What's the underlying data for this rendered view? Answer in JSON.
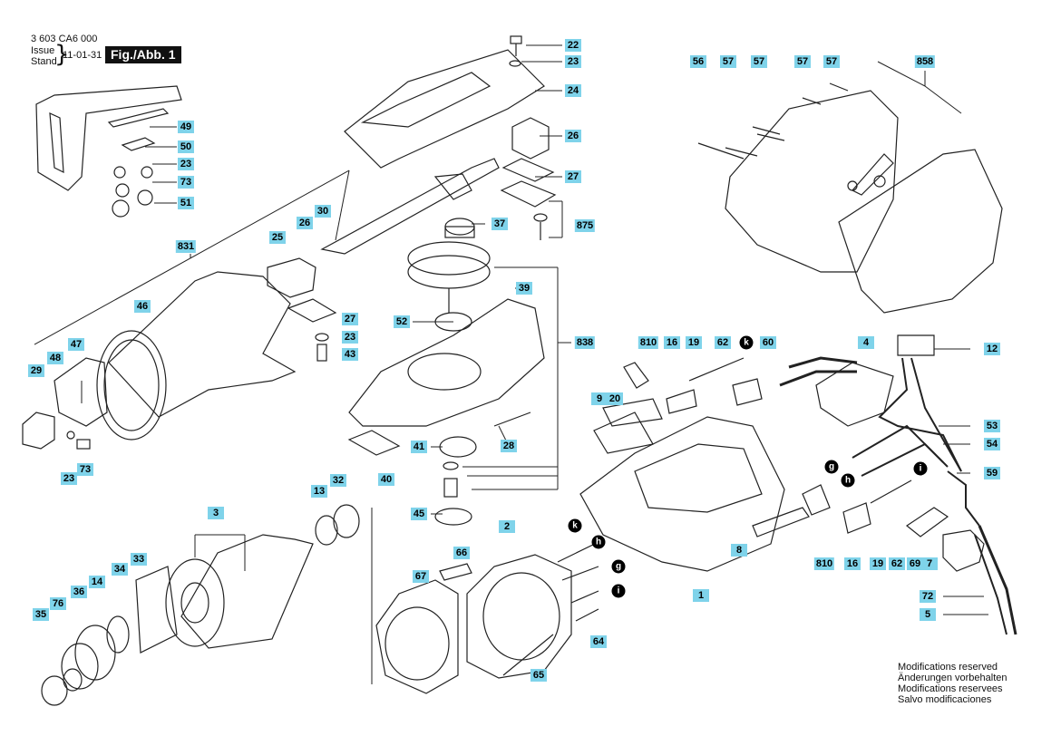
{
  "header": {
    "doc_code": "3 603 CA6 000",
    "issue_label": "Issue",
    "stand_label": "Stand",
    "date": "11-01-31",
    "figure_label": "Fig./Abb. 1"
  },
  "notes": [
    "Modifications reserved",
    "Änderungen vorbehalten",
    "Modifications reservees",
    "Salvo modificaciones"
  ],
  "part_labels": [
    "22",
    "23",
    "24",
    "26",
    "27",
    "37",
    "875",
    "39",
    "838",
    "52",
    "28",
    "41",
    "45",
    "49",
    "50",
    "23",
    "73",
    "51",
    "30",
    "26",
    "25",
    "27",
    "23",
    "43",
    "831",
    "46",
    "47",
    "48",
    "29",
    "23",
    "73",
    "40",
    "3",
    "13",
    "32",
    "33",
    "34",
    "36",
    "14",
    "35",
    "76",
    "2",
    "66",
    "67",
    "65",
    "1",
    "810",
    "16",
    "19",
    "62",
    "60",
    "4",
    "12",
    "9",
    "20",
    "8",
    "53",
    "54",
    "59",
    "810",
    "16",
    "19",
    "62",
    "69",
    "7",
    "72",
    "5",
    "56",
    "57",
    "57",
    "57",
    "57",
    "858",
    "64"
  ],
  "connector_markers": [
    "k",
    "h",
    "g",
    "i",
    "k",
    "g",
    "h",
    "i"
  ],
  "colors": {
    "label_bg": "#7fd3ea",
    "ink": "#111111"
  }
}
